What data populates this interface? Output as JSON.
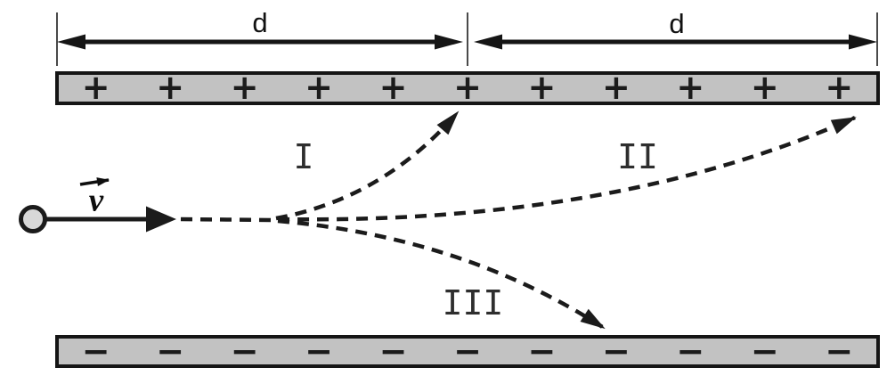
{
  "diagram": {
    "dimension_labels": {
      "left": "d",
      "right": "d"
    },
    "trajectory_labels": {
      "one": "I",
      "two": "II",
      "three": "III"
    },
    "velocity_label": "v",
    "plates": {
      "top": {
        "symbol": "+",
        "count": 11
      },
      "bottom": {
        "symbol": "−",
        "count": 11
      }
    },
    "colors": {
      "ink": "#1b1b1b",
      "plate_fill": "#c2c2c2",
      "plate_border": "#151515",
      "particle_fill": "#d8d8d8",
      "label_gray": "#2e2e2e"
    }
  }
}
